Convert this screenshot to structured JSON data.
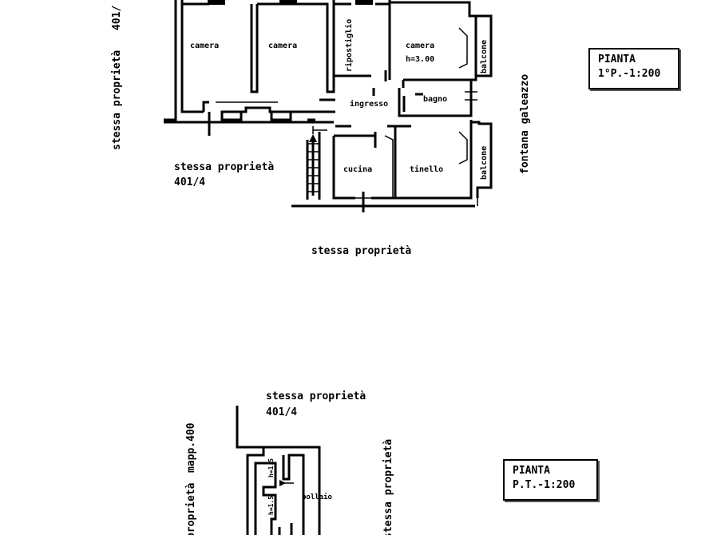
{
  "upper_floor": {
    "rooms": {
      "camera_1": "camera",
      "camera_2": "camera",
      "ripostiglio": "ripostiglio",
      "camera_3": "camera",
      "camera_3_height": "h=3.00",
      "balcone_1": "balcone",
      "ingresso": "ingresso",
      "bagno": "bagno",
      "cucina": "cucina",
      "tinello": "tinello",
      "balcone_2": "balcone"
    },
    "neighbors": {
      "left_vertical": "stessa proprietà",
      "left_vertical_num": "401/",
      "bottom_left": "stessa proprietà",
      "bottom_left_num": "401/4",
      "bottom": "stessa proprietà",
      "right_vertical": "fontana galeazzo"
    },
    "legend": {
      "line1": "PIANTA",
      "line2": "1°P.-1:200"
    }
  },
  "ground_floor": {
    "top_label": "stessa proprietà",
    "top_label_num": "401/4",
    "left_vertical_1": "mapp.400",
    "left_vertical_2": "proprietà",
    "right_vertical": "stessa proprietà",
    "height_1": "h=1.5",
    "height_2": "h=1.5",
    "pollaio": "pollaio",
    "legend": {
      "line1": "PIANTA",
      "line2": "P.T.-1:200"
    }
  }
}
